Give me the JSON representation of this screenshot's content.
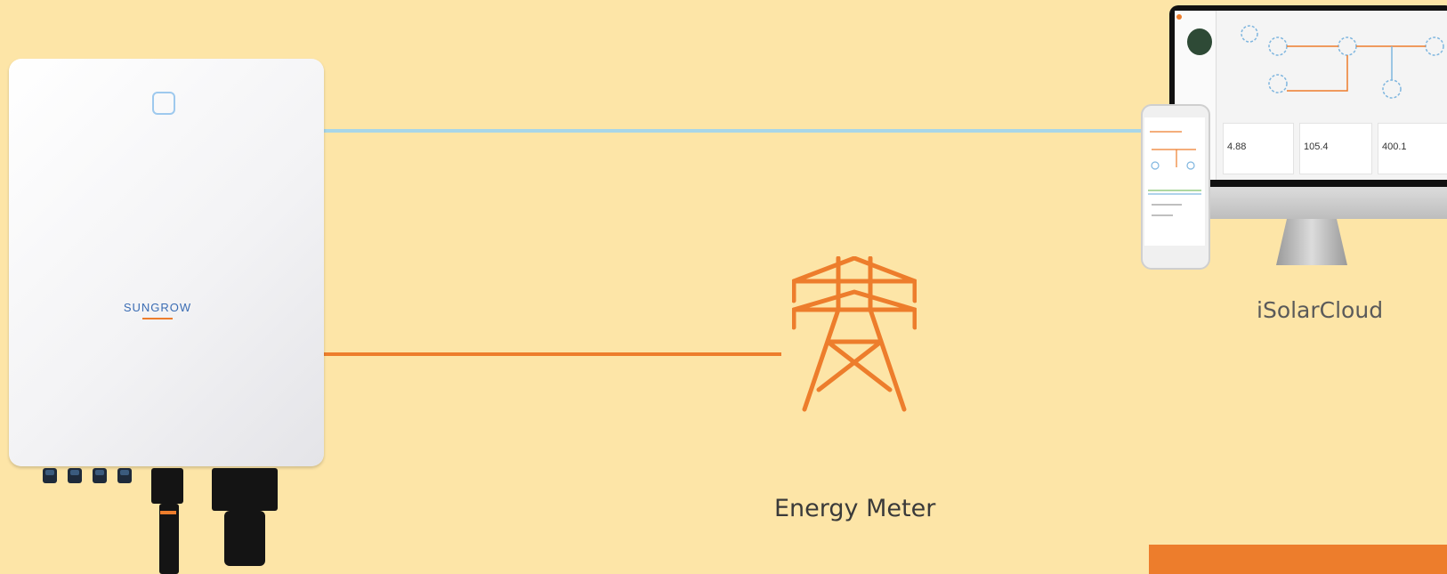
{
  "inverter": {
    "brand": "SUNGROW"
  },
  "energy_meter": {
    "label": "Energy Meter",
    "icon": "transmission-tower-icon"
  },
  "cloud": {
    "label": "iSolarCloud",
    "kpis": [
      {
        "value": "4.88"
      },
      {
        "value": "105.4"
      },
      {
        "value": "400.1"
      }
    ]
  },
  "colors": {
    "background": "#fde5a7",
    "accent_orange": "#ed7d2c",
    "link_blue": "#a8d6e8"
  }
}
